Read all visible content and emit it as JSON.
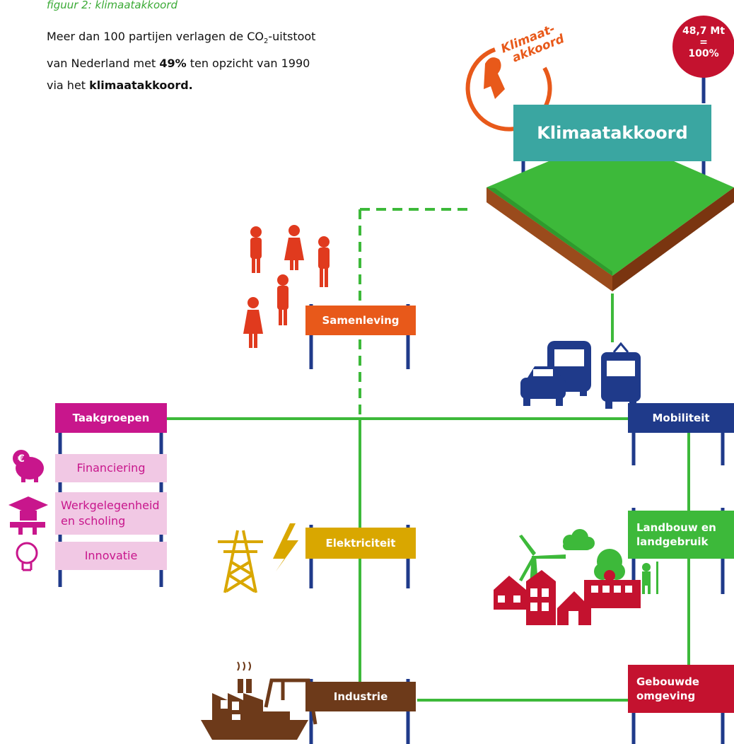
{
  "caption": "figuur 2: klimaatakkoord",
  "intro": {
    "line1_pre": "Meer dan 100 partijen verlagen de CO",
    "line1_sub": "2",
    "line1_post": "-uitstoot",
    "line2_pre": "van Nederland met ",
    "line2_bold": "49%",
    "line2_post": " ten opzicht van 1990",
    "line3_pre": "via het ",
    "line3_bold": "klimaatakkoord."
  },
  "badge": {
    "line1": "48,7 Mt",
    "line2": "=",
    "line3": "100%"
  },
  "logo": {
    "line1": "Klimaat-",
    "line2": "akkoord"
  },
  "main_sign": "Klimaatakkoord",
  "sectors": {
    "samenleving": "Samenleving",
    "mobiliteit": "Mobiliteit",
    "elektriciteit": "Elektriciteit",
    "landbouw_line1": "Landbouw en",
    "landbouw_line2": "landgebruik",
    "industrie": "Industrie",
    "gebouwde_line1": "Gebouwde",
    "gebouwde_line2": "omgeving"
  },
  "taakgroepen": {
    "title": "Taakgroepen",
    "items": [
      "Financiering",
      "Werkgelegenheid",
      "en scholing",
      "Innovatie"
    ],
    "euro_symbol": "€"
  },
  "colors": {
    "green_line": "#3db93a",
    "navy": "#1f3a8a",
    "teal": "#3aa6a1",
    "orange": "#e8591a",
    "magenta": "#c8168c",
    "pink": "#f1c8e4",
    "mustard": "#d9a700",
    "brown": "#6d3a1a",
    "red": "#c4122f",
    "light_green": "#3db93a",
    "dark_blue": "#1f3a8a"
  },
  "icons": [
    "people-icon",
    "bus-icon",
    "tram-icon",
    "car-icon",
    "pylon-icon",
    "lightning-icon",
    "wind-turbine-icon",
    "cloud-icon",
    "tree-icon",
    "farmer-icon",
    "factory-icon",
    "ship-icon",
    "houses-icon",
    "piggy-bank-icon",
    "graduation-icon",
    "lightbulb-icon"
  ]
}
